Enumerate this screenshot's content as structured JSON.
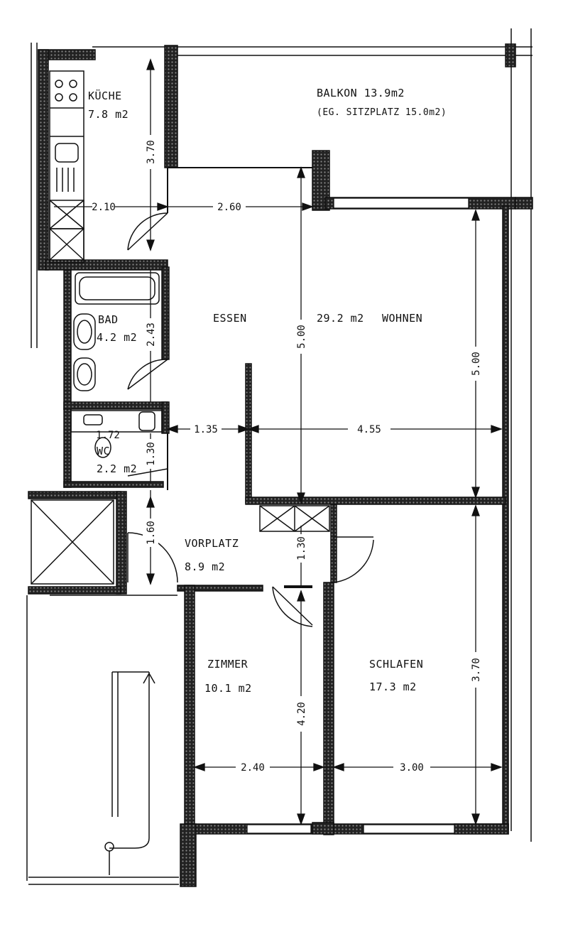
{
  "rooms": {
    "kueche": {
      "name": "KÜCHE",
      "area": "7.8 m2"
    },
    "balkon": {
      "name": "BALKON 13.9m2",
      "note": "(EG. SITZPLATZ 15.0m2)"
    },
    "bad": {
      "name": "BAD",
      "area": "4.2 m2"
    },
    "wc": {
      "name": "WC",
      "area": "2.2 m2"
    },
    "essen": {
      "name": "ESSEN"
    },
    "wohnen": {
      "name": "WOHNEN",
      "area": "29.2 m2"
    },
    "vorplatz": {
      "name": "VORPLATZ",
      "area": "8.9 m2"
    },
    "zimmer": {
      "name": "ZIMMER",
      "area": "10.1 m2"
    },
    "schlafen": {
      "name": "SCHLAFEN",
      "area": "17.3 m2"
    }
  },
  "dimensions": {
    "kueche_depth": "3.70",
    "kueche_width": "2.10",
    "essen_width": "2.60",
    "bad_depth": "2.43",
    "wc_width": "1.72",
    "wc_depth": "1.30",
    "hall_width": "1.35",
    "wohnen_width": "4.55",
    "essen_depth": "5.00",
    "wohnen_depth": "5.00",
    "vorplatz_depth": "1.60",
    "corridor_depth": "1.30",
    "zimmer_depth": "4.20",
    "zimmer_width": "2.40",
    "schlafen_width": "3.00",
    "schlafen_depth": "3.70"
  },
  "colors": {
    "ink": "#111111",
    "paper": "#ffffff",
    "hatch": "#555555"
  }
}
